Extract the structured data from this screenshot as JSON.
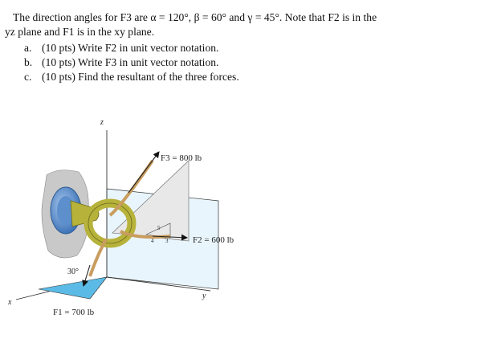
{
  "problem": {
    "line1": "The direction angles for F3 are α = 120°, β = 60° and γ = 45°. Note that F2 is in the",
    "line2": "yz plane and F1 is in the xy plane.",
    "items": [
      {
        "marker": "a.",
        "text": "(10 pts) Write F2 in unit vector notation."
      },
      {
        "marker": "b.",
        "text": "(10 pts) Write F3 in unit vector notation."
      },
      {
        "marker": "c.",
        "text": "(10 pts)  Find the resultant of the three forces."
      }
    ]
  },
  "figure": {
    "axis_z": "z",
    "axis_x": "x",
    "axis_y": "y",
    "f3_label": "F3 = 800 lb",
    "f2_label": "F2 = 600 lb",
    "f1_label": "F1 = 700 lb",
    "angle_label": "30°",
    "slope_5": "5",
    "slope_4": "4",
    "slope_3": "3",
    "colors": {
      "wall": "#c9c9c9",
      "plate": "#6e9fd6",
      "ring": "#b7b23a",
      "rope": "#c99d5f",
      "plane_blue": "#cfe8f7",
      "sector": "#5bbbe6"
    }
  }
}
